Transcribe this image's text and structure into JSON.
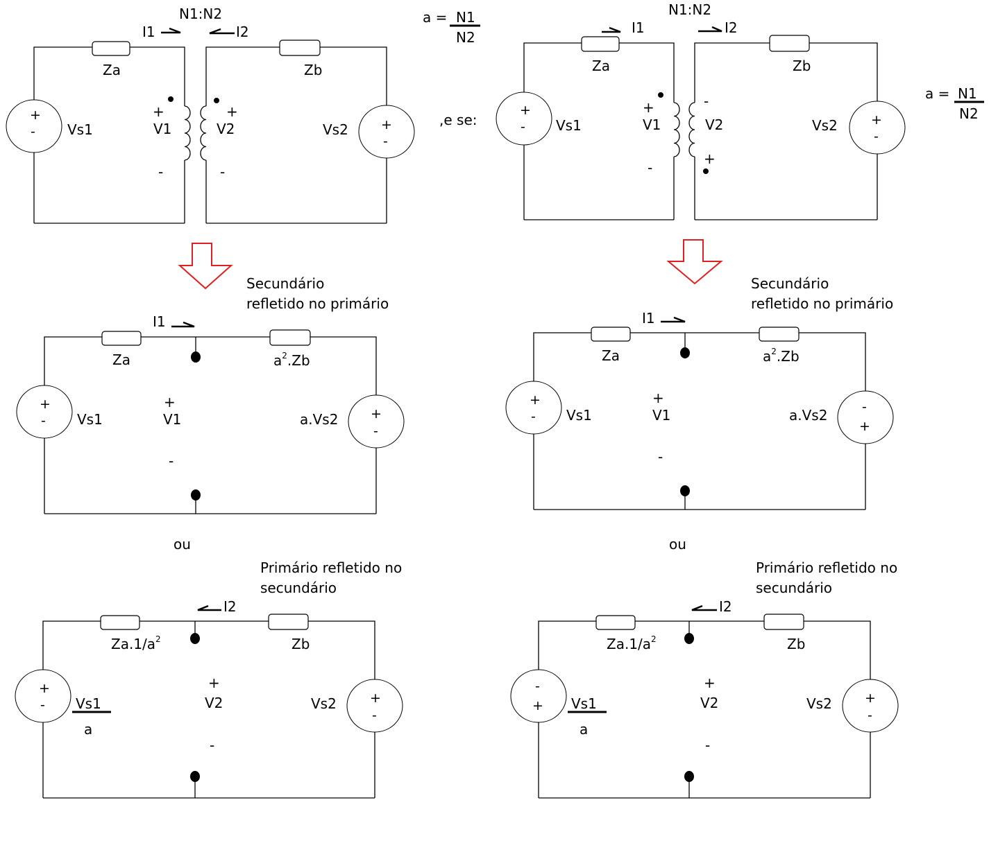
{
  "ratio_formula": {
    "lhs": "a =",
    "num": "N1",
    "den": "N2"
  },
  "conjunction": ",e se:",
  "or_label": "ou",
  "reflect_primary_title": [
    "Secundário",
    "refletido no primário"
  ],
  "reflect_secondary_title": [
    "Primário refletido no",
    "secundário"
  ],
  "labels": {
    "turns": "N1:N2",
    "i1": "I1",
    "i2": "I2",
    "za": "Za",
    "zb": "Zb",
    "vs1": "Vs1",
    "vs2": "Vs2",
    "v1": "V1",
    "v2": "V2",
    "plus": "+",
    "minus": "-",
    "a2zb_pre": "a",
    "a2zb_sup": "2",
    "a2zb_post": ".Zb",
    "avs2": "a.Vs2",
    "za_over_pre": "Za.1/a",
    "za_over_sup": "2",
    "vs1_num": "Vs1",
    "vs1_den": "a"
  },
  "colors": {
    "wire": "#000000",
    "arrow": "#e02020"
  }
}
